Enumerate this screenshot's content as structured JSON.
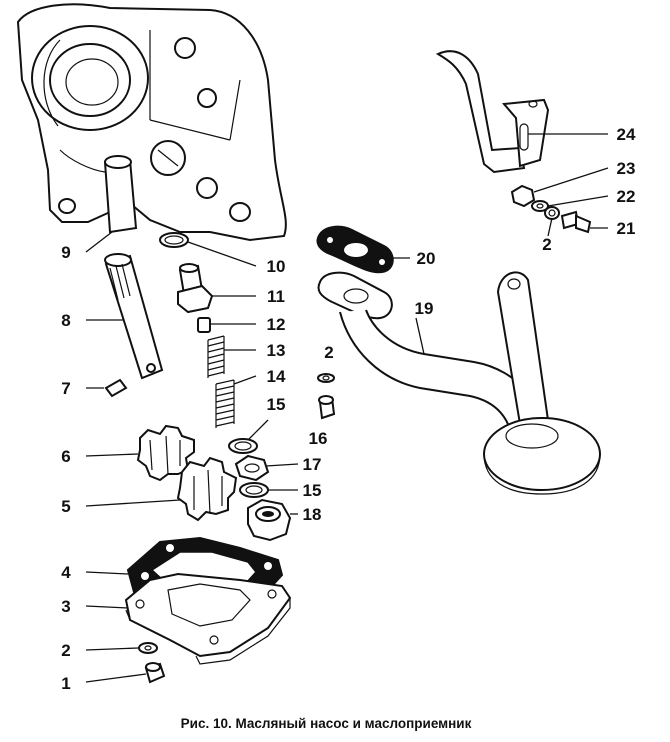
{
  "caption": "Рис. 10. Масляный насос и маслоприемник",
  "labels": {
    "l1": "1",
    "l2a": "2",
    "l3": "3",
    "l4": "4",
    "l5": "5",
    "l6": "6",
    "l7": "7",
    "l8": "8",
    "l9": "9",
    "l10": "10",
    "l11": "11",
    "l12": "12",
    "l13": "13",
    "l14": "14",
    "l15a": "15",
    "l15b": "15",
    "l16": "16",
    "l17": "17",
    "l18": "18",
    "l2b": "2",
    "l19": "19",
    "l20": "20",
    "l21": "21",
    "l2c": "2",
    "l22": "22",
    "l23": "23",
    "l24": "24"
  }
}
